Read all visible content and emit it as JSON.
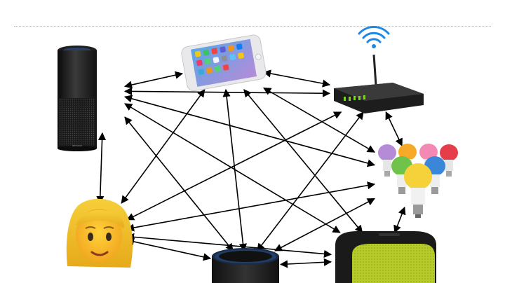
{
  "slide": {
    "title_fragment": ""
  },
  "nodes": [
    {
      "id": "echo",
      "icon": "amazon-echo-speaker-icon"
    },
    {
      "id": "phone",
      "icon": "smartphone-icon"
    },
    {
      "id": "router",
      "icon": "wifi-router-icon"
    },
    {
      "id": "bulbs",
      "icon": "smart-bulbs-icon"
    },
    {
      "id": "person",
      "icon": "woman-emoji-icon"
    },
    {
      "id": "dot",
      "icon": "echo-dot-icon"
    },
    {
      "id": "speaker",
      "icon": "bluetooth-speaker-icon"
    }
  ],
  "links": [
    [
      "echo",
      "phone"
    ],
    [
      "echo",
      "router"
    ],
    [
      "echo",
      "bulbs"
    ],
    [
      "echo",
      "person"
    ],
    [
      "echo",
      "dot"
    ],
    [
      "echo",
      "speaker"
    ],
    [
      "phone",
      "router"
    ],
    [
      "phone",
      "bulbs"
    ],
    [
      "phone",
      "person"
    ],
    [
      "phone",
      "dot"
    ],
    [
      "phone",
      "speaker"
    ],
    [
      "router",
      "bulbs"
    ],
    [
      "router",
      "person"
    ],
    [
      "router",
      "dot"
    ],
    [
      "bulbs",
      "person"
    ],
    [
      "bulbs",
      "dot"
    ],
    [
      "bulbs",
      "speaker"
    ],
    [
      "person",
      "speaker"
    ],
    [
      "person",
      "dot"
    ],
    [
      "dot",
      "speaker"
    ]
  ],
  "colors": {
    "arrow": "#000000",
    "divider": "#b8b8b8",
    "speaker_grille": "#b7cc2a",
    "router_body": "#262626"
  }
}
